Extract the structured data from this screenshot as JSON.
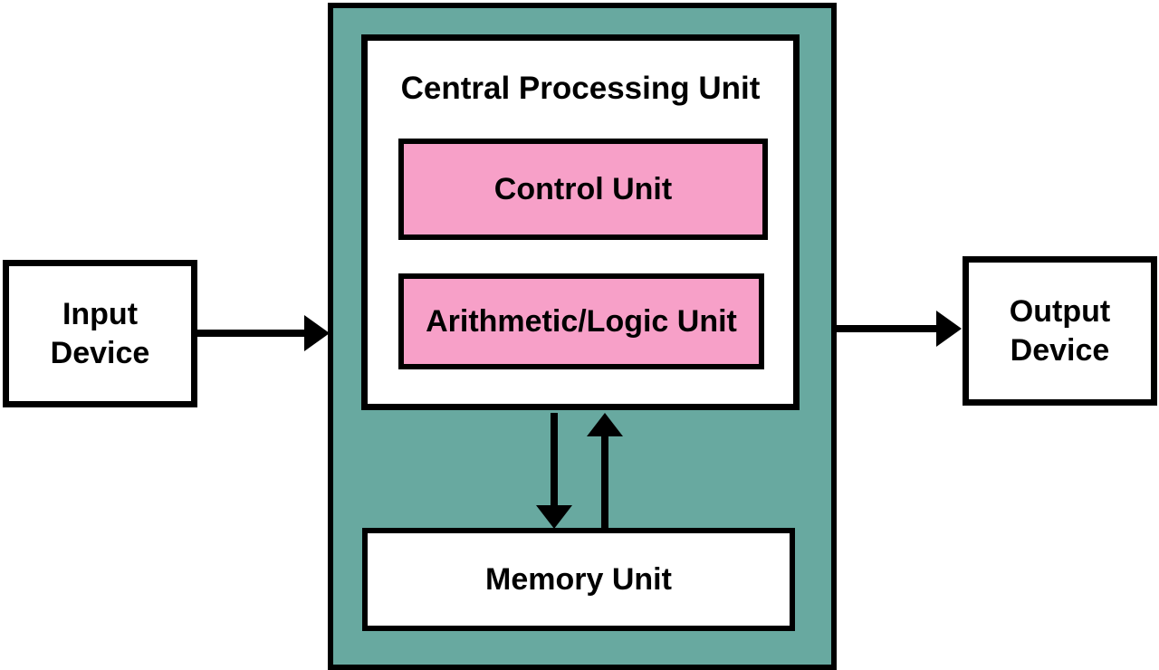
{
  "diagram": {
    "type": "block-diagram",
    "subject": "Computer architecture (von Neumann) block diagram",
    "nodes": {
      "input_device": {
        "label": "Input\nDevice"
      },
      "output_device": {
        "label": "Output\nDevice"
      },
      "cpu": {
        "label": "Central Processing Unit"
      },
      "control_unit": {
        "label": "Control Unit"
      },
      "alu": {
        "label": "Arithmetic/Logic Unit"
      },
      "memory": {
        "label": "Memory Unit"
      }
    },
    "connections": [
      {
        "from": "Input Device",
        "to": "Central Processing Unit",
        "style": "arrow-right"
      },
      {
        "from": "Central Processing Unit",
        "to": "Output Device",
        "style": "arrow-right"
      },
      {
        "from": "Central Processing Unit",
        "to": "Memory Unit",
        "style": "arrow-down"
      },
      {
        "from": "Memory Unit",
        "to": "Central Processing Unit",
        "style": "arrow-up"
      }
    ],
    "colors": {
      "container_fill": "#68A9A0",
      "unit_fill": "#F7A0C8",
      "node_fill": "#FFFFFF",
      "line": "#000000"
    }
  }
}
